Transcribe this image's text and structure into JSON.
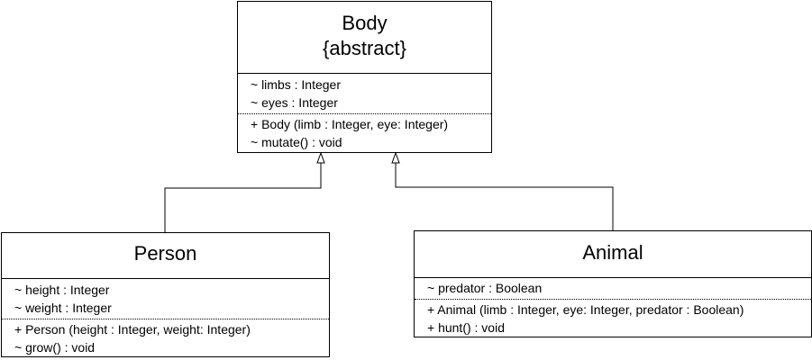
{
  "diagram": {
    "classes": [
      {
        "id": "body",
        "name": "Body",
        "stereotype": "{abstract}",
        "attributes": [
          "~ limbs : Integer",
          "~ eyes : Integer"
        ],
        "operations": [
          "+ Body (limb : Integer, eye: Integer)",
          "~ mutate() : void"
        ]
      },
      {
        "id": "person",
        "name": "Person",
        "attributes": [
          "~ height : Integer",
          "~ weight : Integer"
        ],
        "operations": [
          "+ Person (height : Integer, weight: Integer)",
          "~ grow() : void"
        ]
      },
      {
        "id": "animal",
        "name": "Animal",
        "attributes": [
          "~ predator : Boolean"
        ],
        "operations": [
          "+ Animal (limb : Integer, eye: Integer, predator : Boolean)",
          "+ hunt() : void"
        ]
      }
    ],
    "relations": [
      {
        "type": "generalization",
        "from": "person",
        "to": "body"
      },
      {
        "type": "generalization",
        "from": "animal",
        "to": "body"
      }
    ]
  }
}
